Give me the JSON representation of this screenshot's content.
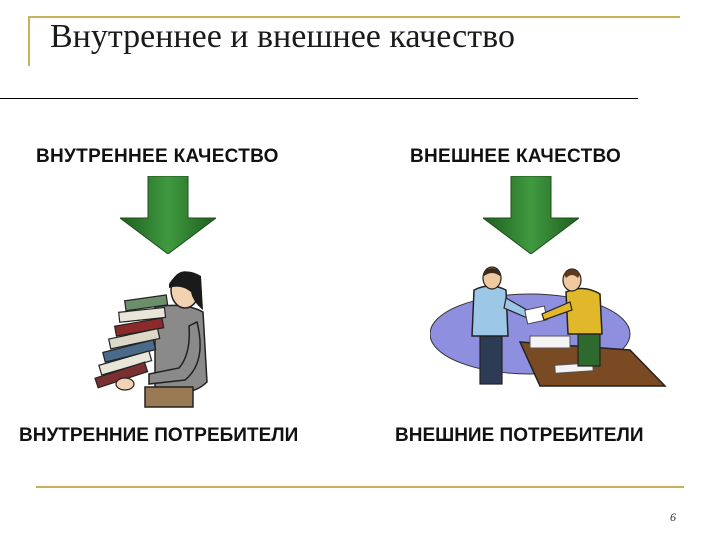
{
  "slide": {
    "title": "Внутреннее и внешнее качество",
    "left_heading": "ВНУТРЕННЕЕ КАЧЕСТВО",
    "right_heading": "ВНЕШНЕЕ КАЧЕСТВО",
    "left_consumers": "ВНУТРЕННИЕ ПОТРЕБИТЕЛИ",
    "right_consumers": "ВНЕШНИЕ ПОТРЕБИТЕЛИ",
    "page_number": "6"
  },
  "colors": {
    "accent_frame": "#c7b25a",
    "arrow_green": "#2f7d2f"
  },
  "icons": {
    "left_arrow": "down-arrow-icon",
    "right_arrow": "down-arrow-icon",
    "left_clipart": "person-carrying-books-icon",
    "right_clipart": "business-meeting-icon"
  }
}
